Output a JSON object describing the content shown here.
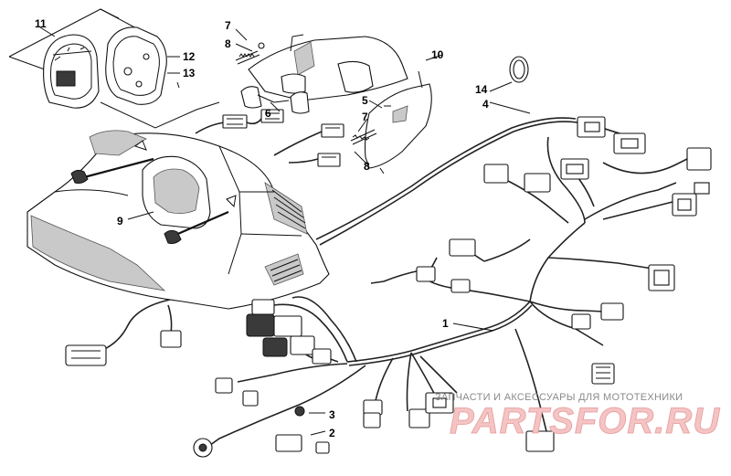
{
  "callouts": {
    "c1": "1",
    "c2": "2",
    "c3": "3",
    "c4": "4",
    "c5": "5",
    "c6": "6",
    "c7a": "7",
    "c7b": "7",
    "c8a": "8",
    "c8b": "8",
    "c9": "9",
    "c10": "10",
    "c11": "11",
    "c12": "12",
    "c13": "13",
    "c14": "14"
  },
  "watermark": {
    "tagline": "ЗАПЧАСТИ И АКСЕССУАРЫ ДЛЯ МОТОТЕХНИКИ",
    "brand": "PARTSFOR.RU"
  },
  "colors": {
    "line": "#111111",
    "shade": "#c9c9c9",
    "watermark_red": "#e79a9a"
  }
}
